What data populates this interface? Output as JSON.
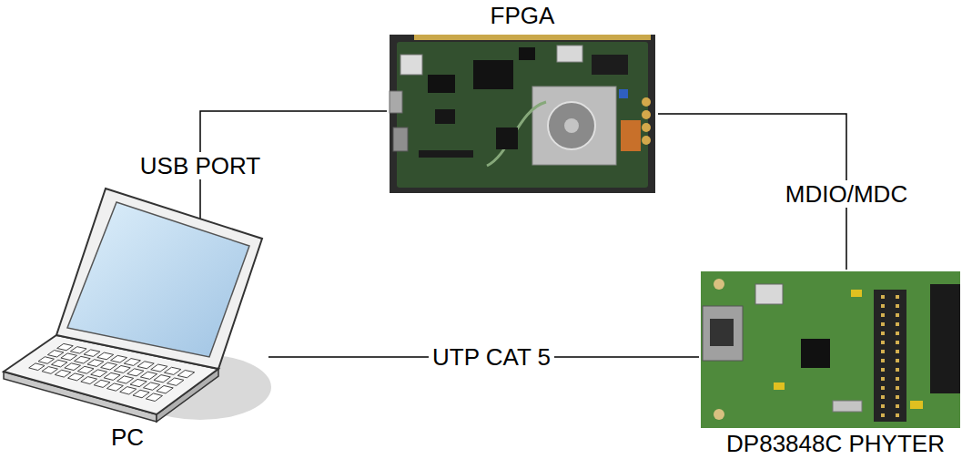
{
  "diagram": {
    "nodes": [
      {
        "text": [
          "FPGA"
        ]
      },
      {
        "text": [
          "PC"
        ]
      },
      {
        "text": [
          "DP83848C PHYTER"
        ]
      }
    ],
    "edges": [
      {
        "from": 1,
        "to": 0,
        "label": "USB PORT",
        "arrow": "none"
      },
      {
        "from": 0,
        "to": 2,
        "label": "MDIO/MDC",
        "arrow": "none"
      },
      {
        "from": 1,
        "to": 2,
        "label": "UTP CAT 5",
        "arrow": "none"
      }
    ]
  }
}
